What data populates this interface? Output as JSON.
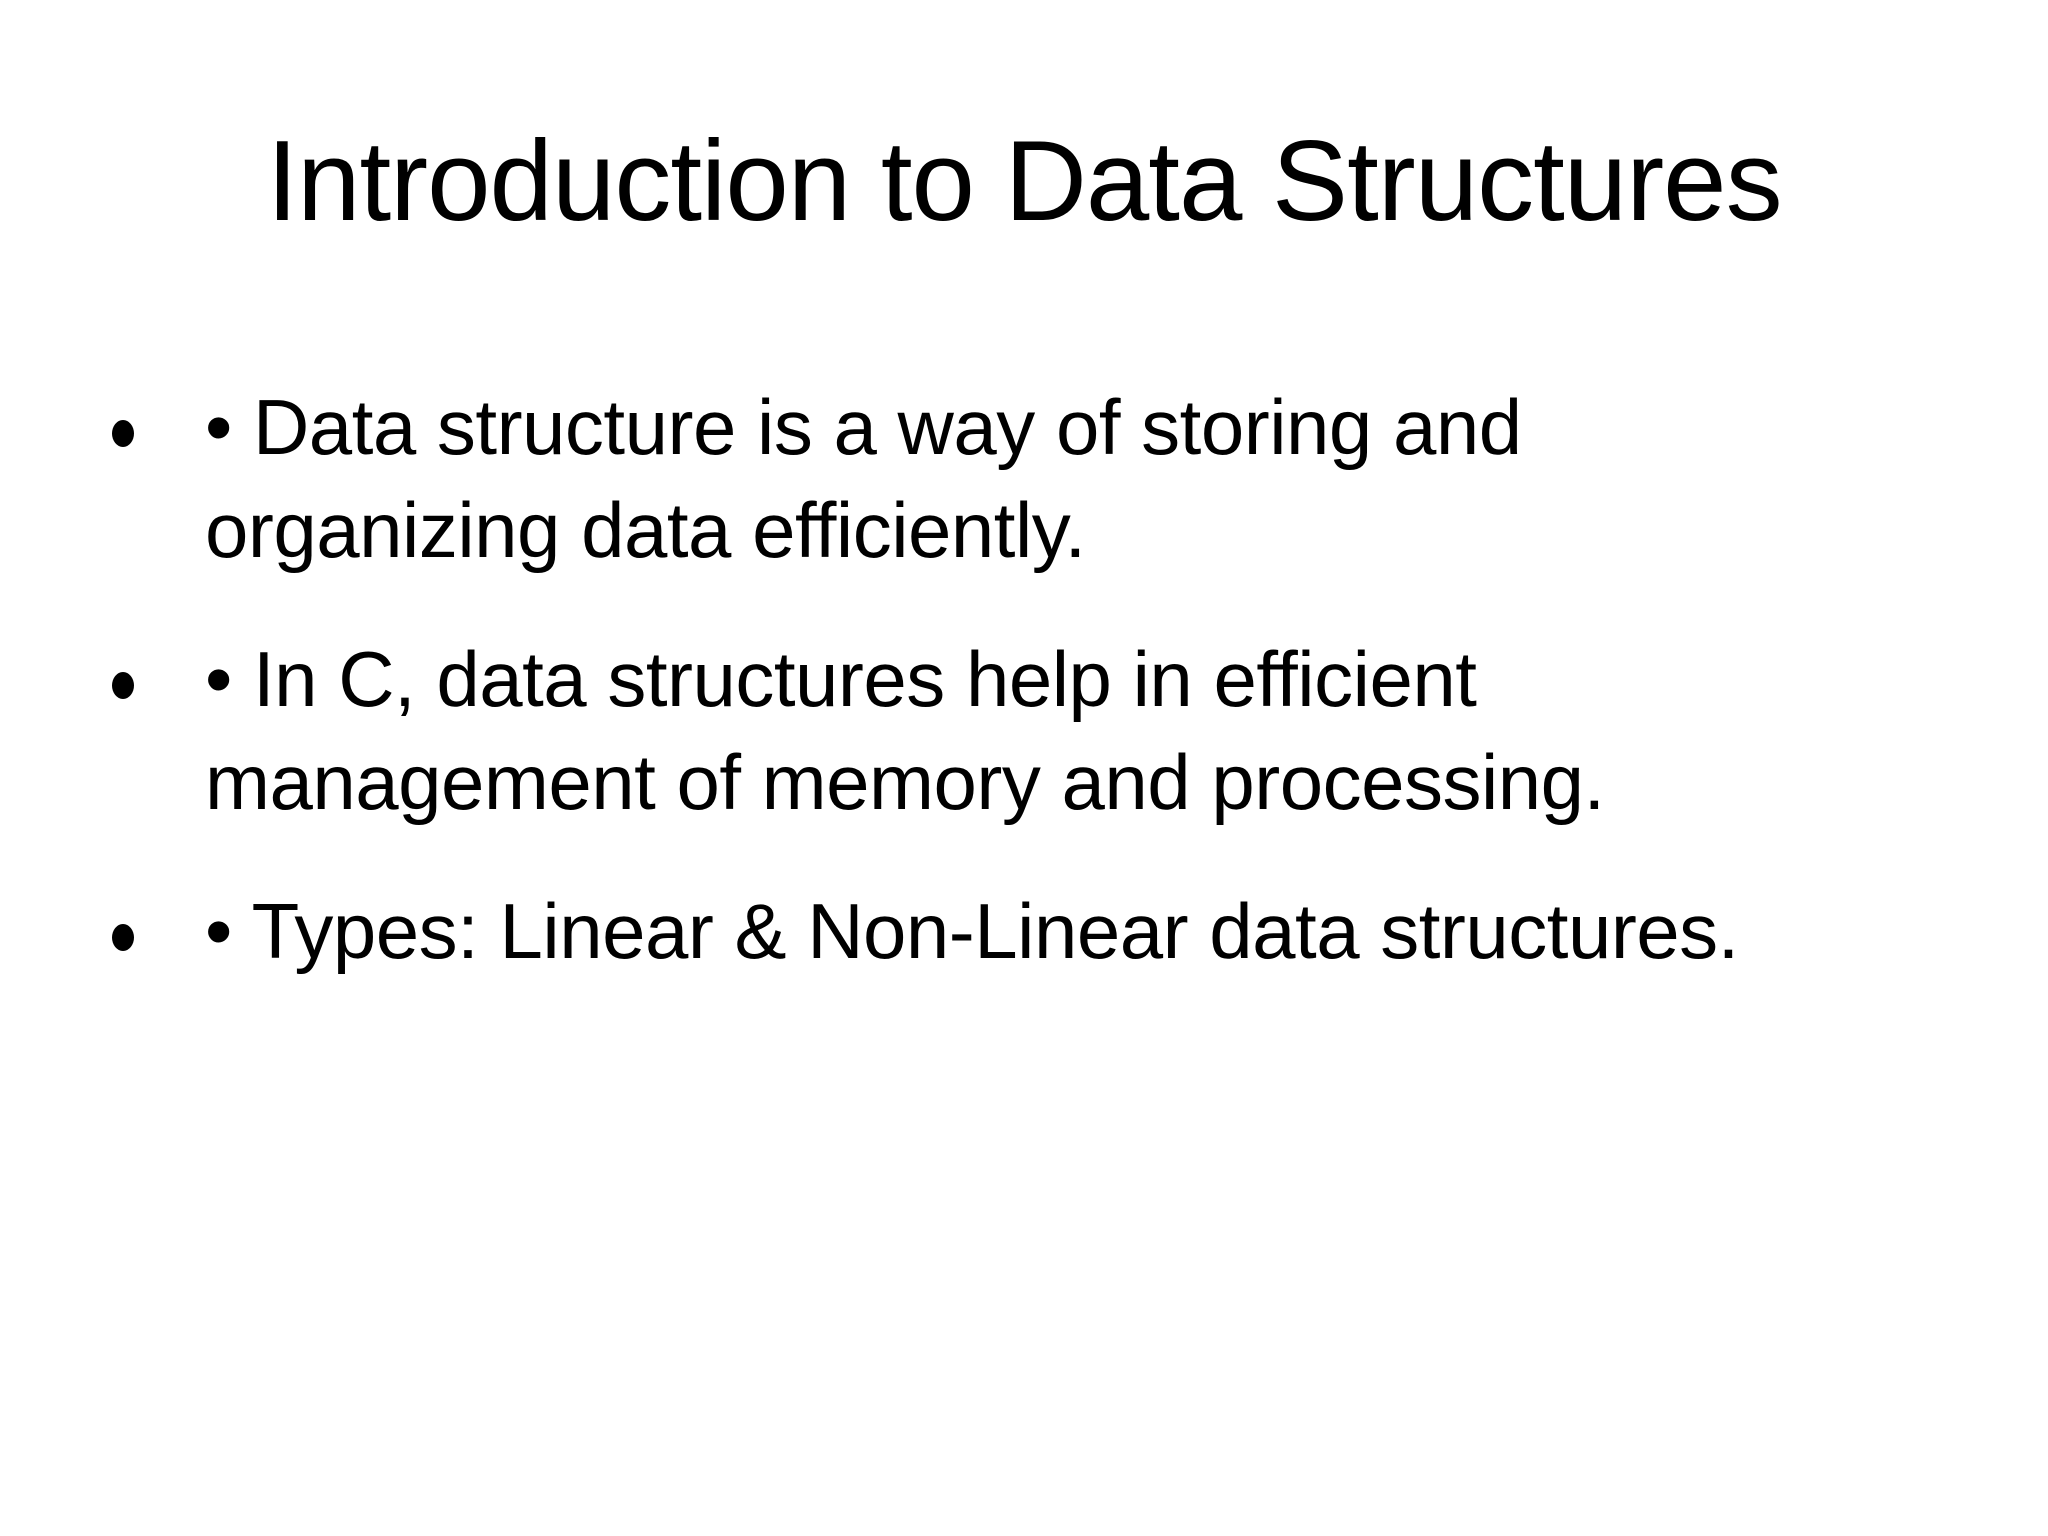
{
  "slide": {
    "title": "Introduction to Data Structures",
    "bullets": [
      "• Data structure is a way of storing and organizing data efficiently.",
      "• In C, data structures help in efficient management of memory and processing.",
      "• Types: Linear & Non-Linear data structures."
    ],
    "colors": {
      "background": "#ffffff",
      "text": "#000000"
    }
  }
}
